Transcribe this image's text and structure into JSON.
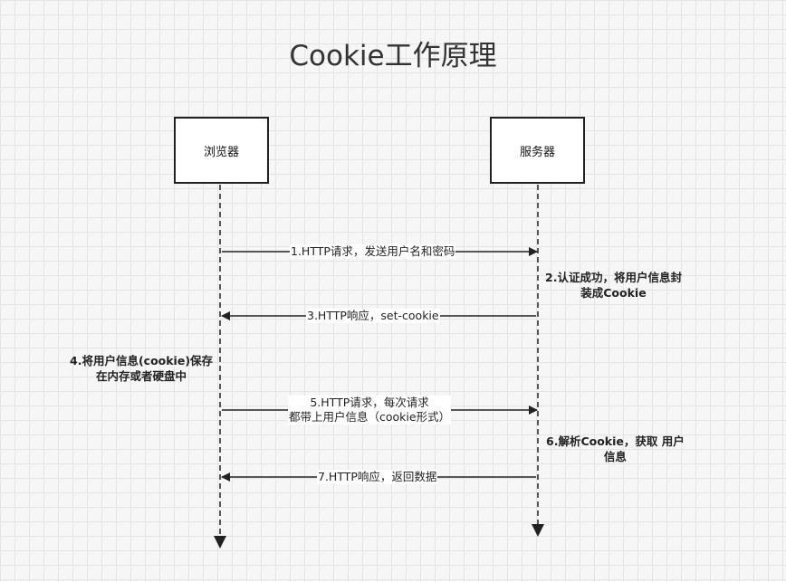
{
  "title": "Cookie工作原理",
  "participants": {
    "browser": "浏览器",
    "server": "服务器"
  },
  "messages": [
    {
      "label": "1.HTTP请求，发送用户名和密码",
      "direction": "to-server"
    },
    {
      "label": "3.HTTP响应，set-cookie",
      "direction": "to-browser"
    },
    {
      "label_line1": "5.HTTP请求，每次请求",
      "label_line2": "都带上用户信息（cookie形式）",
      "direction": "to-server"
    },
    {
      "label": "7.HTTP响应，返回数据",
      "direction": "to-browser"
    }
  ],
  "notes": {
    "server_step2_line1": "2.认证成功，将用户信息封",
    "server_step2_line2": "装成Cookie",
    "browser_step4_line1": "4.将用户信息(cookie)保存",
    "browser_step4_line2": "在内存或者硬盘中",
    "server_step6_line1": "6.解析Cookie，获取 用户",
    "server_step6_line2": "信息"
  },
  "colors": {
    "line": "#222222",
    "box_fill": "#ffffff",
    "background": "#f6f6f6"
  }
}
